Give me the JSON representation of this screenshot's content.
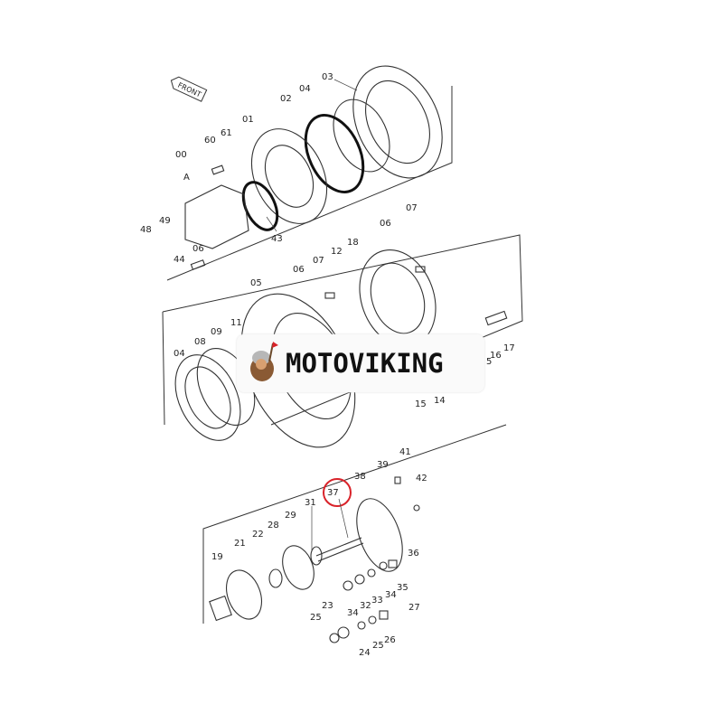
{
  "diagram": {
    "front_arrow": "FRONT",
    "labels": {
      "l03": "03",
      "l04a": "04",
      "l02": "02",
      "l01": "01",
      "l61": "61",
      "l60": "60",
      "l00": "00",
      "lA": "A",
      "l49": "49",
      "l48": "48",
      "l43": "43",
      "l06a": "06",
      "l44": "44",
      "l07a": "07",
      "l06b": "06",
      "l07b": "07",
      "l06c": "06",
      "l12": "12",
      "l18": "18",
      "l05": "05",
      "l11": "11",
      "l09": "09",
      "l08": "08",
      "l04b": "04",
      "l16": "16",
      "l17": "17",
      "l5": "5",
      "l14": "14",
      "l15": "15",
      "l41": "41",
      "l39": "39",
      "l42": "42",
      "l38": "38",
      "l37": "37",
      "l31": "31",
      "l29": "29",
      "l28": "28",
      "l22": "22",
      "l21": "21",
      "l19": "19",
      "l36": "36",
      "l35": "35",
      "l34a": "34",
      "l33": "33",
      "l32": "32",
      "l34b": "34",
      "l23": "23",
      "l27": "27",
      "l25a": "25",
      "l26": "26",
      "l25b": "25",
      "l24": "24"
    },
    "highlighted_part": "37",
    "highlight_color": "#d9232a"
  },
  "watermark": {
    "brand": "MOTOVIKING"
  }
}
